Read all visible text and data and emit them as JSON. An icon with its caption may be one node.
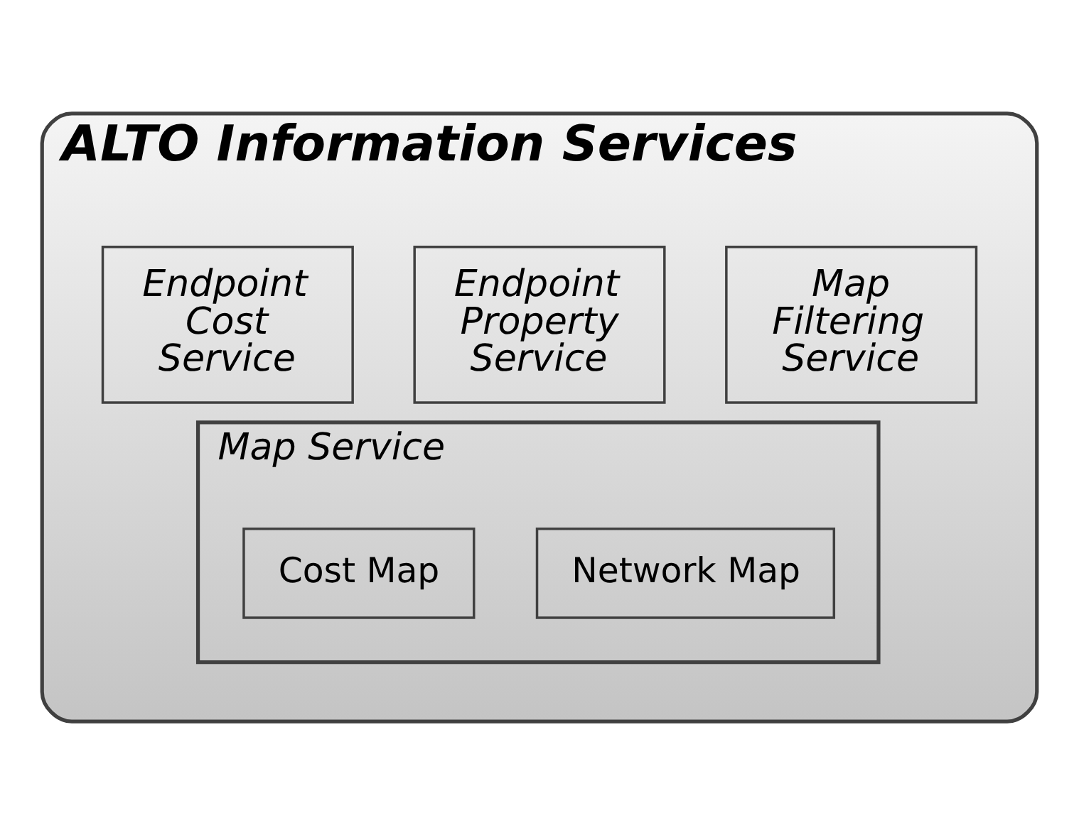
{
  "diagram": {
    "nodes": [
      {
        "text": [
          "ALTO Information Services"
        ]
      },
      {
        "text": [
          "Map Filtering Service"
        ],
        "in": 0
      },
      {
        "text": [
          "Endpoint Property Service"
        ],
        "in": 0
      },
      {
        "text": [
          "Endpoint Cost Service"
        ],
        "in": 0
      },
      {
        "text": [
          "Map Service"
        ],
        "in": 0
      },
      {
        "text": [
          "Network Map"
        ],
        "in": 4
      },
      {
        "text": [
          "Cost Map"
        ],
        "in": 4
      }
    ]
  }
}
